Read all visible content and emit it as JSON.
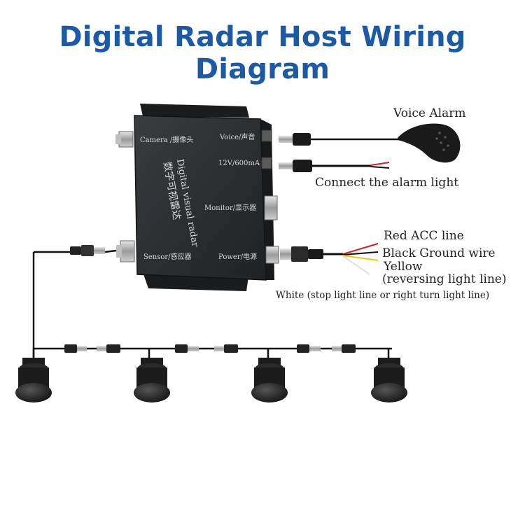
{
  "title": "Digital Radar Host Wiring Diagram",
  "host": {
    "brand_line1": "Digital visual radar",
    "brand_line2": "数字可视雷达",
    "ports": {
      "camera": "Camera /摄像头",
      "voice": "Voice/声音",
      "power12v": "12V/600mA",
      "monitor": "Monitor/显示器",
      "sensor": "Sensor/感应器",
      "power": "Power/电源"
    }
  },
  "labels": {
    "voice_alarm": "Voice Alarm",
    "alarm_light": "Connect the alarm light",
    "red_acc": "Red ACC line",
    "black_ground": "Black Ground wire",
    "yellow": "Yellow",
    "reversing": "(reversing light line)",
    "white": "White (stop light line or right turn light line)"
  },
  "colors": {
    "title": "#1d5aa6",
    "box": "#2b2d2f",
    "wire": "#111111",
    "sensor": "#1c1c1c"
  },
  "icons": {
    "alarm": "voice-alarm-speaker-icon",
    "sensor": "parking-sensor-icon",
    "connector": "aviation-connector-icon"
  }
}
